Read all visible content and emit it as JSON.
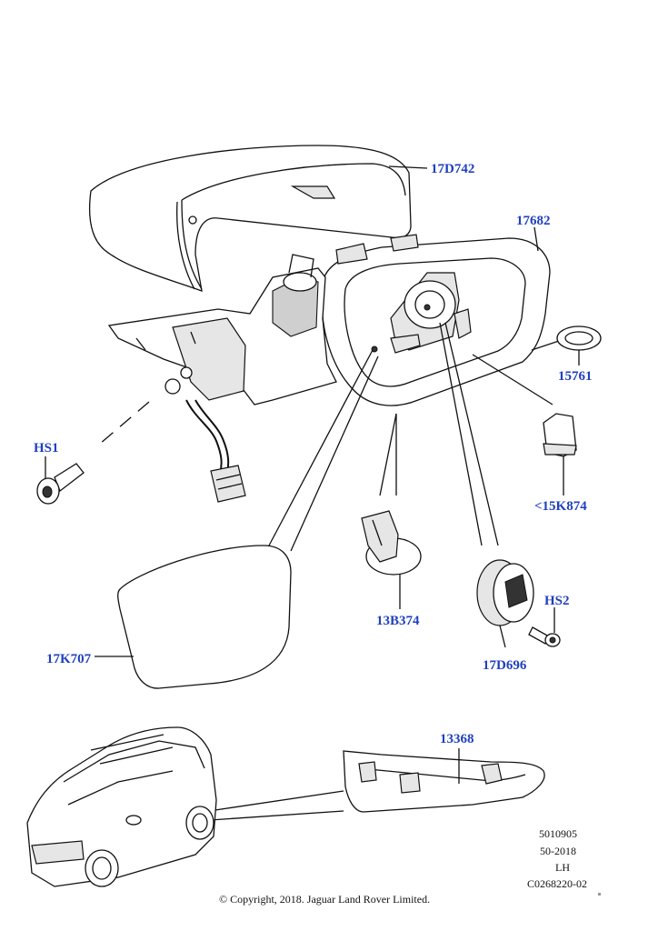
{
  "parts": [
    {
      "id": "17D742",
      "label": "17D742"
    },
    {
      "id": "17682",
      "label": "17682"
    },
    {
      "id": "15761",
      "label": "15761"
    },
    {
      "id": "HS1",
      "label": "HS1"
    },
    {
      "id": "15K874",
      "label": "<15K874"
    },
    {
      "id": "13B374",
      "label": "13B374"
    },
    {
      "id": "HS2",
      "label": "HS2"
    },
    {
      "id": "17D696",
      "label": "17D696"
    },
    {
      "id": "17K707",
      "label": "17K707"
    },
    {
      "id": "13368",
      "label": "13368"
    }
  ],
  "reference": {
    "line1": "5010905",
    "line2": "50-2018",
    "line3": "LH",
    "line4": "C0268220-02"
  },
  "copyright": "© Copyright, 2018. Jaguar Land Rover Limited.",
  "colors": {
    "label": "#1f3fbf",
    "line": "#111111"
  }
}
